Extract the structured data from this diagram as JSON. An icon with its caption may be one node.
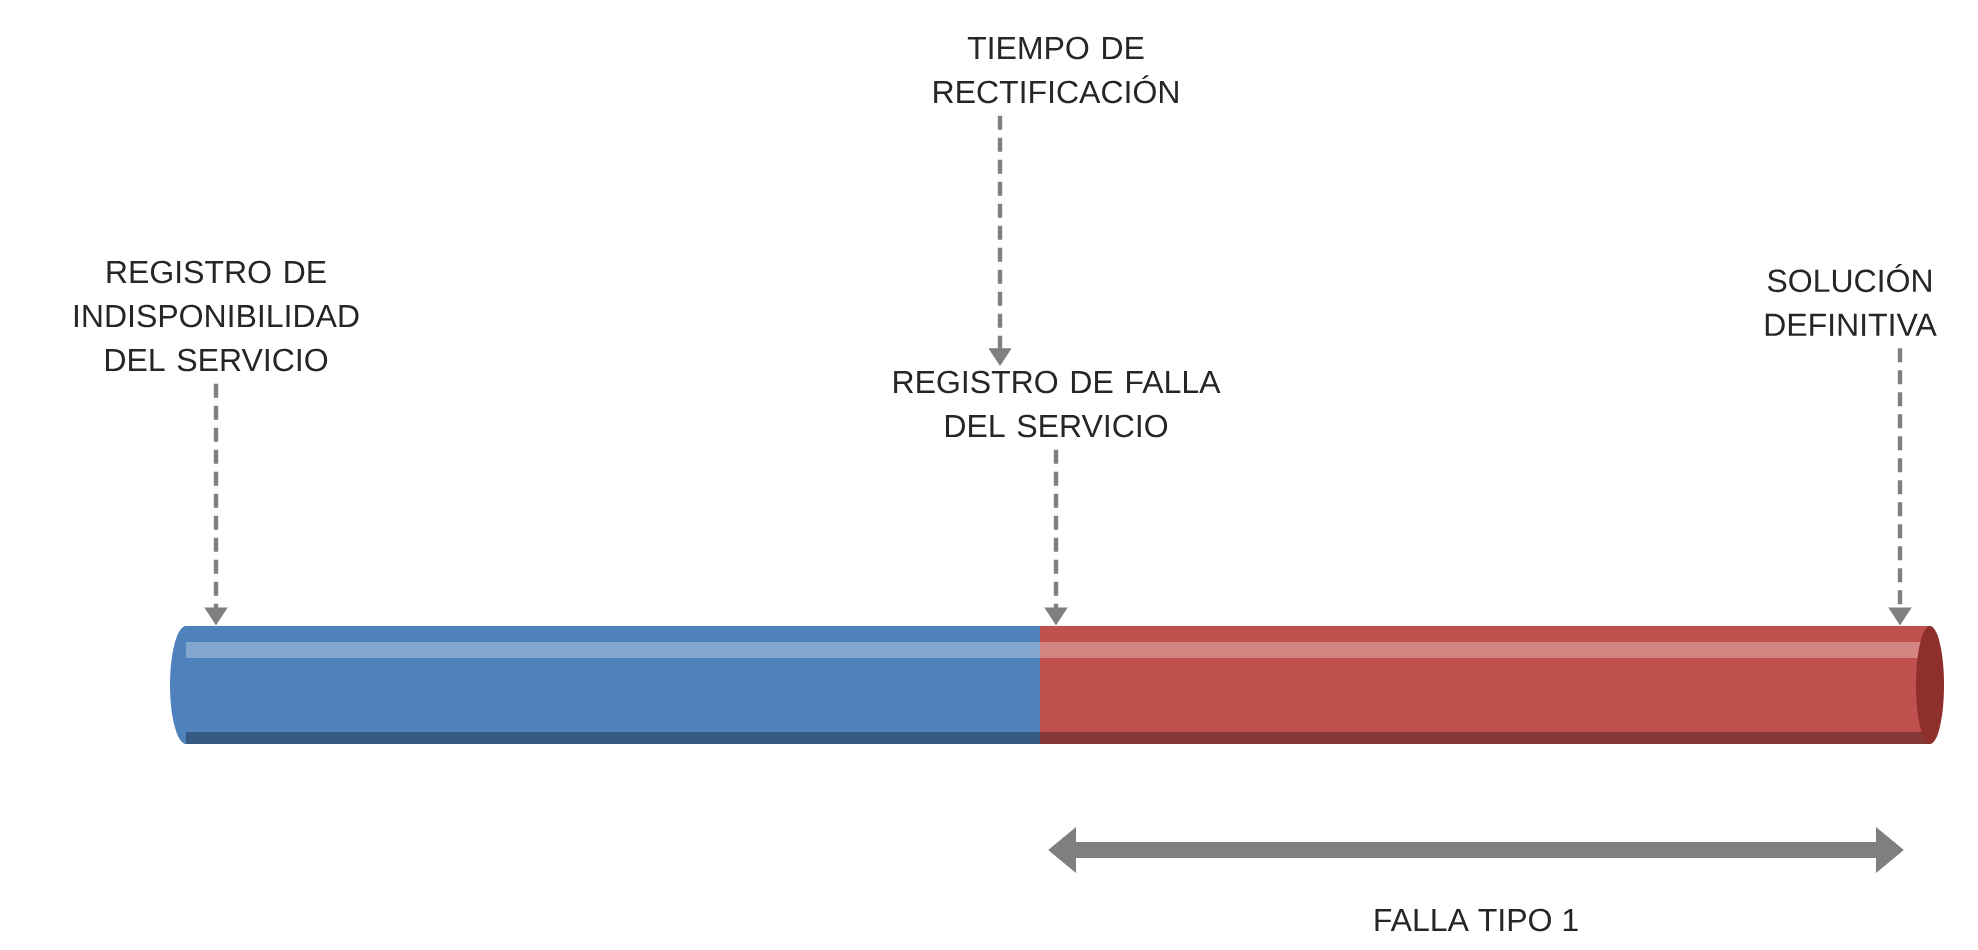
{
  "diagram": {
    "nodes": [
      {
        "text": [
          "REGISTRO DE INDISPONIBILIDAD DEL SERVICIO"
        ]
      },
      {
        "text": [
          "TIEMPO DE RECTIFICACIÓN"
        ]
      },
      {
        "text": [
          "REGISTRO DE FALLA DEL SERVICIO"
        ]
      },
      {
        "text": [
          "SOLUCIÓN DEFINITIVA"
        ]
      },
      {
        "text": [],
        "shape": "cylinder"
      },
      {
        "text": [],
        "shape": "cylinder"
      }
    ],
    "edges": [
      {
        "from": 0,
        "to": 4,
        "arrow": "to",
        "style": "dashed"
      },
      {
        "from": 1,
        "to": 2,
        "arrow": "to",
        "style": "dashed"
      },
      {
        "from": 2,
        "to": 5,
        "arrow": "to",
        "style": "dashed"
      },
      {
        "from": 3,
        "to": 5,
        "arrow": "to",
        "style": "dashed"
      }
    ],
    "labels": [
      "FALLA TIPO 1"
    ]
  }
}
